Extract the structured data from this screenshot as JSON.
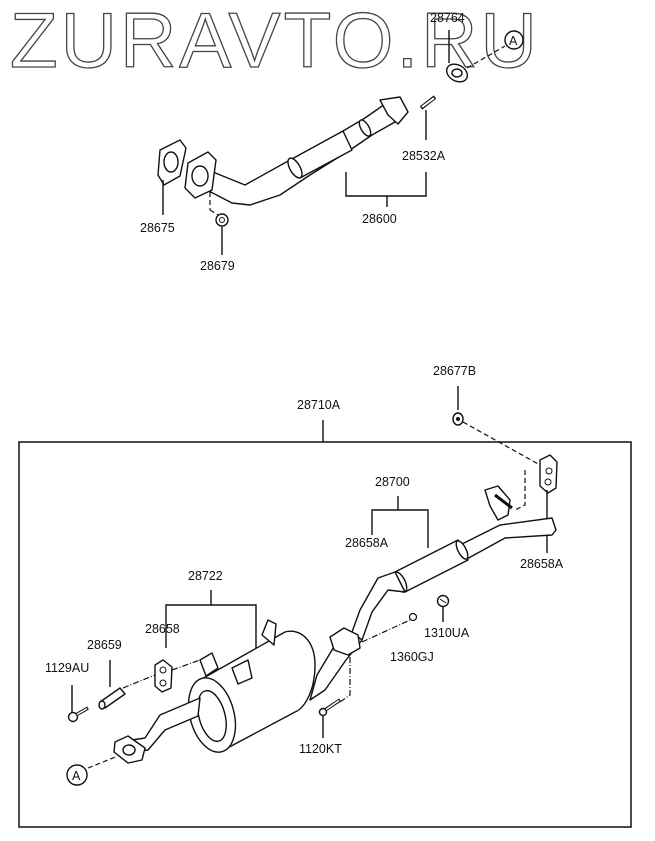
{
  "watermark": "ZURAVTO.RU",
  "reference_marker": "A",
  "upper_assembly": {
    "labels": {
      "gasket_outlet": "28764",
      "stud_bolt": "28532A",
      "front_pipe": "28600",
      "gasket_inlet": "28675",
      "nut": "28679"
    }
  },
  "lower_assembly": {
    "assembly_label": "28710A",
    "labels": {
      "washer": "28677B",
      "center_pipe": "28700",
      "hanger_left": "28658A",
      "hanger_right": "28658A",
      "muffler": "28722",
      "hanger_muffler": "28658",
      "rubber_pipe": "28659",
      "bolt_hanger": "1129AU",
      "nut_flange": "1310UA",
      "gasket_flange": "1360GJ",
      "bolt_flange": "1120KT"
    }
  }
}
